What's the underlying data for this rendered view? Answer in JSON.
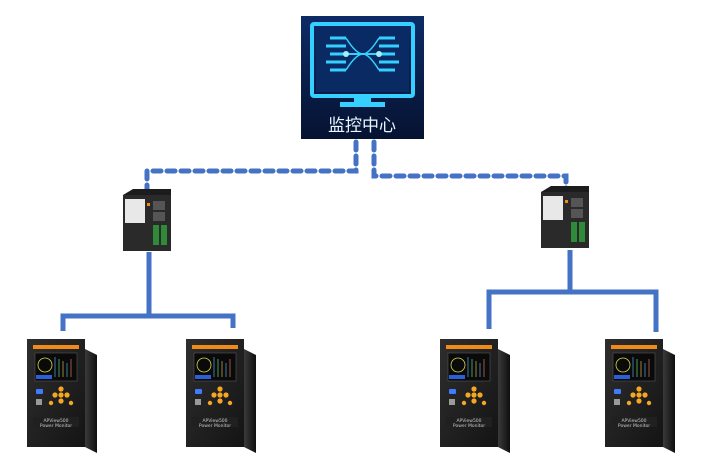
{
  "center": {
    "label": "监控中心",
    "icon": "monitor-network-icon"
  },
  "gateways": [
    {
      "name": "gateway-left",
      "icon": "din-rail-gateway-icon"
    },
    {
      "name": "gateway-right",
      "icon": "din-rail-gateway-icon"
    }
  ],
  "devices": [
    {
      "name": "device-1",
      "icon": "power-monitor-device-icon",
      "text": "APView500",
      "subtext": "Power Monitor"
    },
    {
      "name": "device-2",
      "icon": "power-monitor-device-icon",
      "text": "APView500",
      "subtext": "Power Monitor"
    },
    {
      "name": "device-3",
      "icon": "power-monitor-device-icon",
      "text": "APView500",
      "subtext": "Power Monitor"
    },
    {
      "name": "device-4",
      "icon": "power-monitor-device-icon",
      "text": "APView500",
      "subtext": "Power Monitor"
    }
  ],
  "colors": {
    "link": "#4472c4",
    "center_bg": "#0b1f4a",
    "center_glow": "#35d0ff",
    "device_body": "#1e1e1e",
    "device_accent": "#f28a1a",
    "gateway_body": "#2a2a2a"
  }
}
